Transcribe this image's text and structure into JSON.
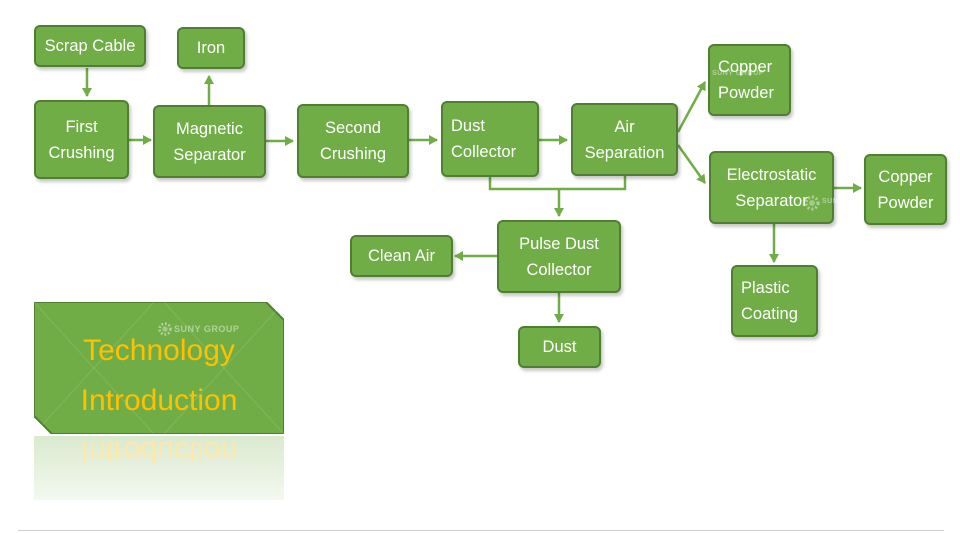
{
  "colors": {
    "box_fill": "#70ad47",
    "box_border": "#507e32",
    "box_text": "#ffffff",
    "arrow": "#70ad47",
    "title_text": "#ffc000"
  },
  "nodes": {
    "scrap_cable": "Scrap Cable",
    "first_crushing": "First\nCrushing",
    "iron": "Iron",
    "magnetic_separator": "Magnetic\nSeparator",
    "second_crushing": "Second\nCrushing",
    "dust_collector": "Dust\nCollector",
    "air_separation": "Air\nSeparation",
    "copper_powder_1": "Copper\nPowder",
    "electrostatic_separator": "Electrostatic\nSeparator",
    "copper_powder_2": "Copper\nPowder",
    "plastic_coating": "Plastic\nCoating",
    "pulse_dust_collector": "Pulse Dust\nCollector",
    "clean_air": "Clean Air",
    "dust": "Dust"
  },
  "title_panel": {
    "title": "Technology\nIntroduction",
    "reflection": "Introduction"
  },
  "watermark": "SUNY GROUP"
}
